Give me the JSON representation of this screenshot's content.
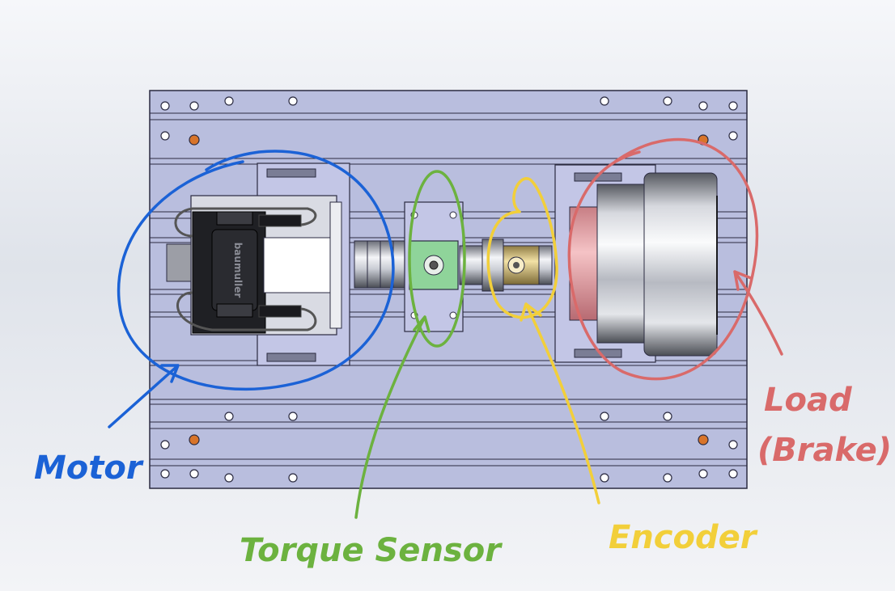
{
  "annotations": {
    "motor": {
      "label": "Motor",
      "color": "#1b62d6"
    },
    "torque_sensor": {
      "label": "Torque Sensor",
      "color": "#6cb23f"
    },
    "encoder": {
      "label": "Encoder",
      "color": "#f2cf3a"
    },
    "load": {
      "label_line1": "Load",
      "label_line2": "(Brake)",
      "color": "#d96a6a"
    }
  },
  "motor_brand": "baumuller",
  "colors": {
    "baseplate": "#b9bede",
    "baseplate_edge": "#2a2a40",
    "background_top": "#f4f5f8",
    "background_mid": "#dfe3ea",
    "sensor_green": "#8fd49a",
    "hole_orange": "#d8742a"
  }
}
